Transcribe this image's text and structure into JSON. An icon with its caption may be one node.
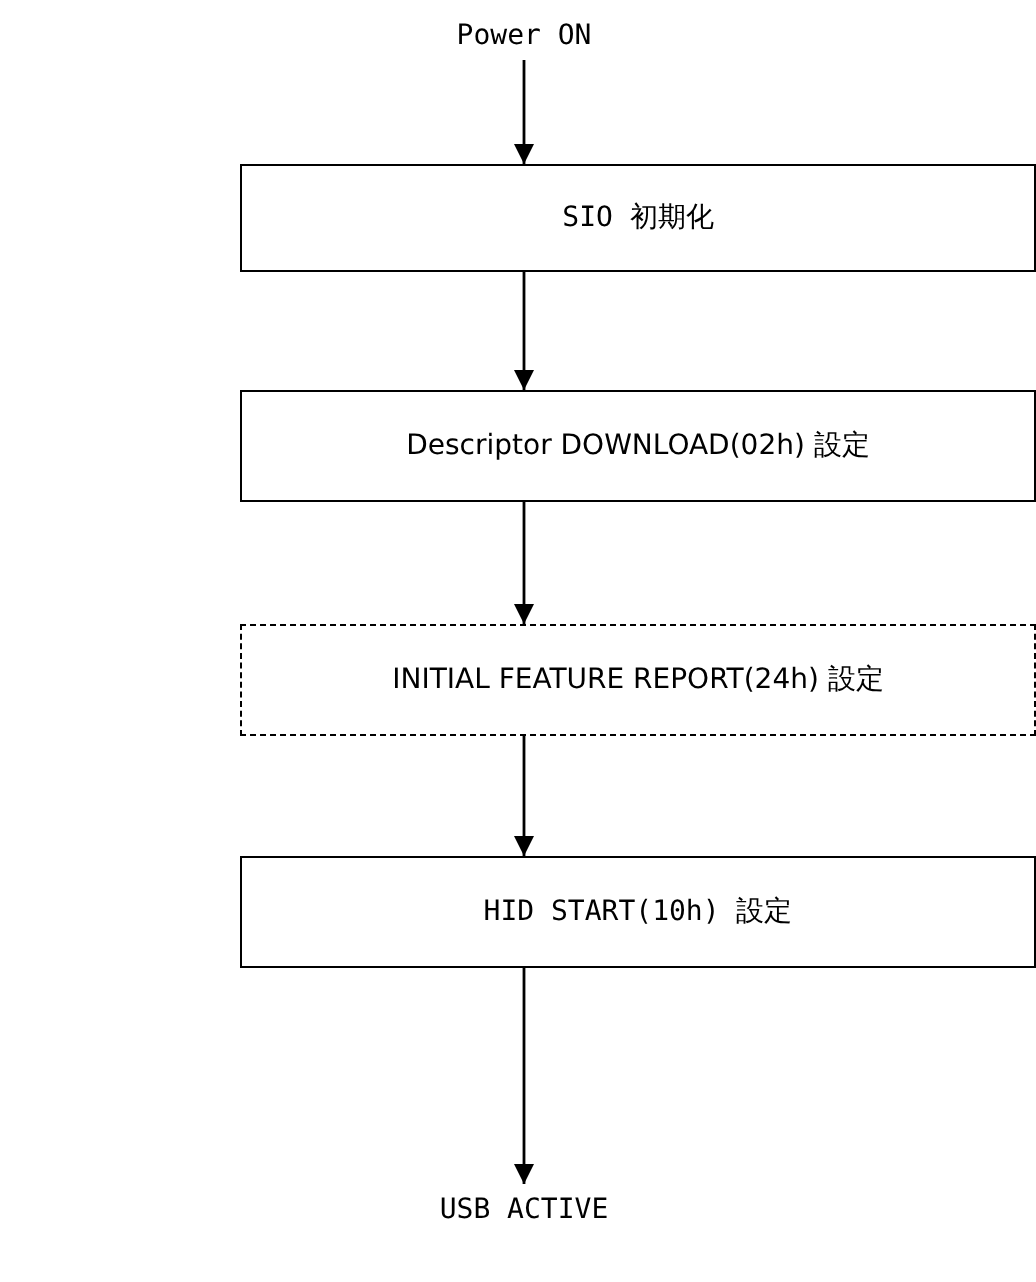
{
  "diagram": {
    "nodes": [
      {
        "text": [
          "Power ON"
        ]
      },
      {
        "text": [
          "SIO 初期化"
        ]
      },
      {
        "text": [
          "Descriptor DOWNLOAD(02h) 設定"
        ]
      },
      {
        "text": [
          "INITIAL FEATURE REPORT(24h) 設定"
        ]
      },
      {
        "text": [
          "HID START(10h) 設定"
        ]
      },
      {
        "text": [
          "USB ACTIVE"
        ]
      }
    ],
    "edges": [
      {
        "from": 0,
        "to": 1,
        "arrow": "to"
      },
      {
        "from": 1,
        "to": 2,
        "arrow": "to"
      },
      {
        "from": 2,
        "to": 3,
        "arrow": "to"
      },
      {
        "from": 3,
        "to": 4,
        "arrow": "to"
      },
      {
        "from": 4,
        "to": 5,
        "arrow": "to"
      }
    ]
  }
}
